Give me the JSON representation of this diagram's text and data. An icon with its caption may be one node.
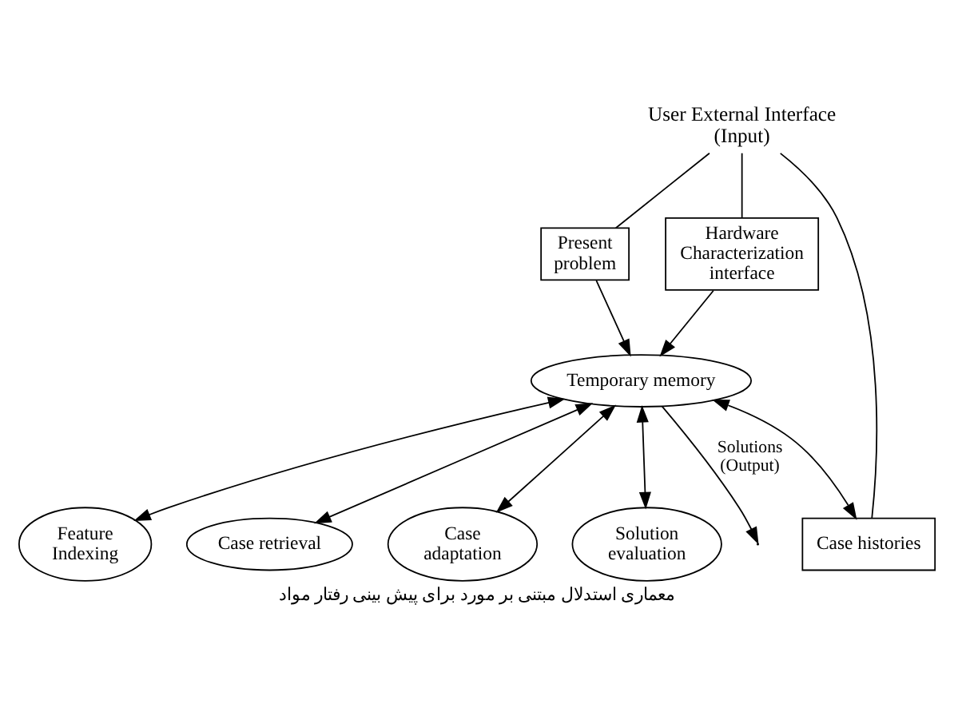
{
  "diagram": {
    "caption": "معماری استدلال مبتنی بر مورد برای پیش بینی رفتار مواد",
    "nodes": [
      {
        "text": [
          "User External Interface (Input)"
        ]
      },
      {
        "text": [
          "Present problem"
        ]
      },
      {
        "text": [
          "Hardware Characterization interface"
        ]
      },
      {
        "text": [
          "Case histories"
        ]
      },
      {
        "text": [
          "Feature Indexing"
        ]
      },
      {
        "text": [
          "Case retrieval"
        ]
      },
      {
        "text": [
          "Temporary memory"
        ]
      },
      {
        "text": [
          "Case adaptation"
        ]
      },
      {
        "text": [
          "Solution evaluation"
        ]
      }
    ],
    "edges": [
      {
        "from": 0,
        "to": 1,
        "arrow": "none"
      },
      {
        "from": 0,
        "to": 2,
        "arrow": "none"
      },
      {
        "from": 0,
        "to": 3,
        "arrow": "none"
      },
      {
        "from": 1,
        "to": 6,
        "arrow": "to"
      },
      {
        "from": 2,
        "to": 6,
        "arrow": "to"
      },
      {
        "from": 6,
        "to": 3,
        "arrow": "both"
      },
      {
        "from": 6,
        "to": 4,
        "arrow": "both"
      },
      {
        "from": 6,
        "to": 5,
        "arrow": "both"
      },
      {
        "from": 6,
        "to": 7,
        "arrow": "both"
      },
      {
        "from": 6,
        "to": 8,
        "arrow": "both"
      },
      {
        "from": 6,
        "to": null,
        "arrow": "to",
        "label": "Solutions (Output)"
      }
    ]
  }
}
